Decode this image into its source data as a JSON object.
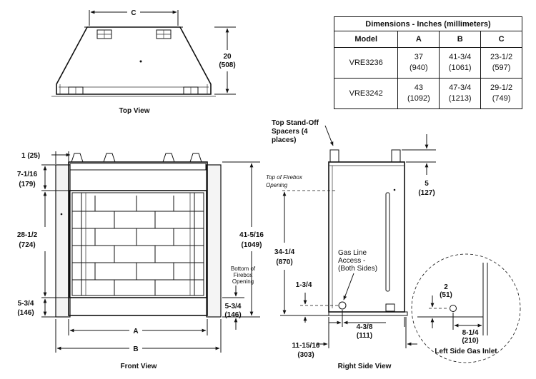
{
  "table": {
    "title": "Dimensions - Inches (millimeters)",
    "columns": [
      "Model",
      "A",
      "B",
      "C"
    ],
    "rows": [
      {
        "model": "VRE3236",
        "a": "37",
        "a_mm": "(940)",
        "b": "41-3/4",
        "b_mm": "(1061)",
        "c": "23-1/2",
        "c_mm": "(597)"
      },
      {
        "model": "VRE3242",
        "a": "43",
        "a_mm": "(1092)",
        "b": "47-3/4",
        "b_mm": "(1213)",
        "c": "29-1/2",
        "c_mm": "(749)"
      }
    ]
  },
  "top_view": {
    "caption": "Top View",
    "dim_c": "C",
    "depth": "20",
    "depth_mm": "(508)"
  },
  "front_view": {
    "caption": "Front View",
    "dim_a": "A",
    "dim_b": "B",
    "side_offset": "1 (25)",
    "top_gap": "7-1/16",
    "top_gap_mm": "(179)",
    "opening_h": "28-1/2",
    "opening_h_mm": "(724)",
    "bottom_gap": "5-3/4",
    "bottom_gap_mm": "(146)",
    "total_h": "41-5/16",
    "total_h_mm": "(1049)",
    "bottom_right": "5-3/4",
    "bottom_right_mm": "(146)",
    "bottom_firebox_1": "Bottom of",
    "bottom_firebox_2": "Firebox",
    "bottom_firebox_3": "Opening"
  },
  "side_view": {
    "caption": "Right Side View",
    "standoff_1": "Top Stand-Off",
    "standoff_2": "Spacers (4",
    "standoff_3": "places)",
    "top_firebox_1": "Top of Firebox",
    "top_firebox_2": "Opening",
    "standoff_h": "5",
    "standoff_h_mm": "(127)",
    "opening_top": "34-1/4",
    "opening_top_mm": "(870)",
    "gas_1": "Gas Line",
    "gas_2": "Access -",
    "gas_3": "(Both Sides)",
    "gas_h": "1-3/4",
    "gas_depth": "4-3/8",
    "gas_depth_mm": "(111)",
    "depth": "11-15/16",
    "depth_mm": "(303)"
  },
  "gas_inlet": {
    "caption": "Left Side Gas Inlet",
    "h": "2",
    "h_mm": "(51)",
    "d": "8-1/4",
    "d_mm": "(210)"
  }
}
